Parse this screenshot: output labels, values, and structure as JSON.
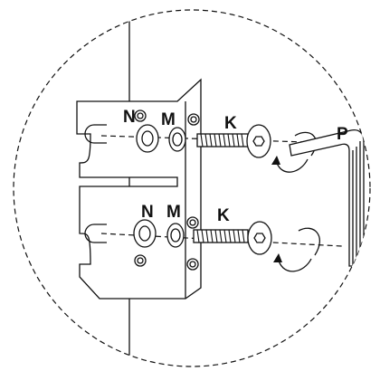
{
  "labels": {
    "washer_flat": "N",
    "washer_spring": "M",
    "screw": "K",
    "hex_key": "P"
  },
  "colors": {
    "line": "#111111",
    "background": "#ffffff"
  }
}
